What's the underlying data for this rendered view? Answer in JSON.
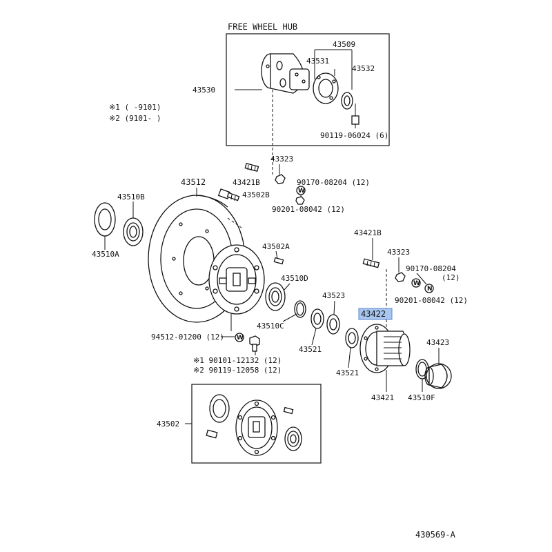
{
  "title": "FREE WHEEL HUB",
  "diagram_code": "430569-A",
  "notes": {
    "note1": "※1 (      -9101)",
    "note2": "※2 (9101-      )"
  },
  "labels": {
    "p43509": "43509",
    "p43531": "43531",
    "p43532": "43532",
    "p43530": "43530",
    "p90119_06024": "90119-06024 (6)",
    "p43323_top": "43323",
    "p43421B_top": "43421B",
    "p90170_08204_top": "90170-08204 (12)",
    "p43502B": "43502B",
    "p90201_08042_top": "90201-08042 (12)",
    "p43512": "43512",
    "p43510B": "43510B",
    "p43510A": "43510A",
    "p43502A": "43502A",
    "p43510D": "43510D",
    "p43510C": "43510C",
    "p43523": "43523",
    "p43521_a": "43521",
    "p43521_b": "43521",
    "p43421B_right": "43421B",
    "p43323_right": "43323",
    "p90170_08204_right": "90170-08204",
    "p90170_qty_right": "(12)",
    "p90201_08042_right": "90201-08042 (12)",
    "p43422": "43422",
    "p43423": "43423",
    "p43421": "43421",
    "p43510F": "43510F",
    "p94512_01200": "94512-01200 (12)",
    "p90101_12132": "※1 90101-12132 (12)",
    "p90119_12058": "※2 90119-12058 (12)",
    "p43502": "43502"
  },
  "highlighted_part": "43422",
  "washer_marks": {
    "w": "W",
    "n": "N"
  },
  "colors": {
    "highlight_fill": "#a9c6f0",
    "line": "#111111",
    "background": "#ffffff"
  }
}
